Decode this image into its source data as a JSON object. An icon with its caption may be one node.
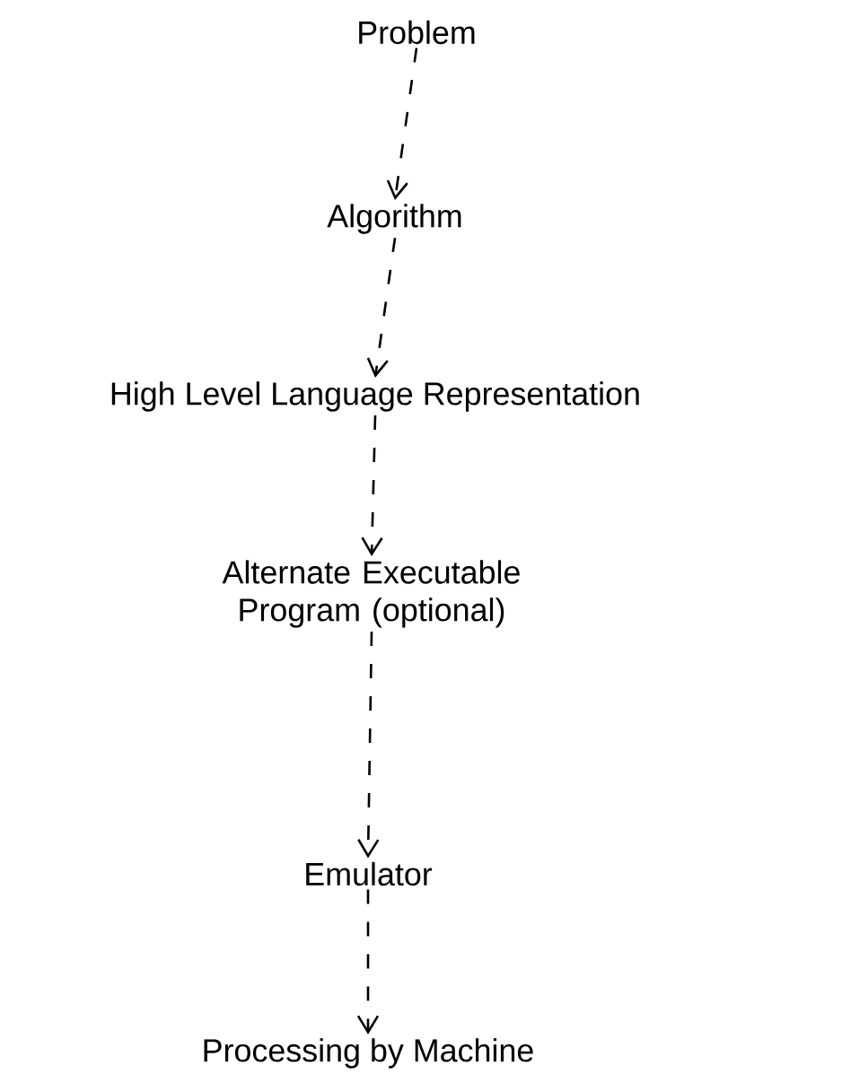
{
  "diagram": {
    "nodes": [
      {
        "text": [
          "Problem"
        ]
      },
      {
        "text": [
          "Algorithm"
        ]
      },
      {
        "text": [
          "High Level Language Representation"
        ]
      },
      {
        "text": [
          "Alternate Executable Program (optional)"
        ]
      },
      {
        "text": [
          "Emulator"
        ]
      },
      {
        "text": [
          "Processing by Machine"
        ]
      }
    ],
    "edges": [
      {
        "from": 0,
        "to": 1,
        "arrow": "to",
        "style": "dashed"
      },
      {
        "from": 1,
        "to": 2,
        "arrow": "to",
        "style": "dashed"
      },
      {
        "from": 2,
        "to": 3,
        "arrow": "to",
        "style": "dashed"
      },
      {
        "from": 3,
        "to": 4,
        "arrow": "to",
        "style": "dashed"
      },
      {
        "from": 4,
        "to": 5,
        "arrow": "to",
        "style": "dashed"
      }
    ]
  }
}
